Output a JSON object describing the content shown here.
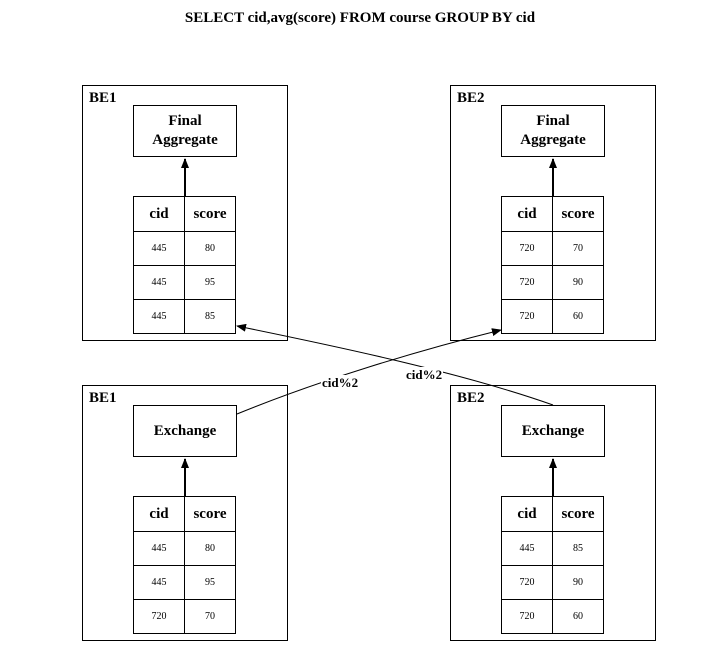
{
  "title": "SELECT cid,avg(score) FROM course GROUP BY cid",
  "nodes": {
    "top_left": {
      "label": "BE1",
      "operator": "Final Aggregate",
      "columns": [
        "cid",
        "score"
      ],
      "rows": [
        [
          "445",
          "80"
        ],
        [
          "445",
          "95"
        ],
        [
          "445",
          "85"
        ]
      ]
    },
    "top_right": {
      "label": "BE2",
      "operator": "Final Aggregate",
      "columns": [
        "cid",
        "score"
      ],
      "rows": [
        [
          "720",
          "70"
        ],
        [
          "720",
          "90"
        ],
        [
          "720",
          "60"
        ]
      ]
    },
    "bottom_left": {
      "label": "BE1",
      "operator": "Exchange",
      "columns": [
        "cid",
        "score"
      ],
      "rows": [
        [
          "445",
          "80"
        ],
        [
          "445",
          "95"
        ],
        [
          "720",
          "70"
        ]
      ]
    },
    "bottom_right": {
      "label": "BE2",
      "operator": "Exchange",
      "columns": [
        "cid",
        "score"
      ],
      "rows": [
        [
          "445",
          "85"
        ],
        [
          "720",
          "90"
        ],
        [
          "720",
          "60"
        ]
      ]
    }
  },
  "edges": [
    {
      "from": "bottom_left",
      "to": "top_right",
      "label": "cid%2"
    },
    {
      "from": "bottom_right",
      "to": "top_left",
      "label": "cid%2"
    }
  ]
}
